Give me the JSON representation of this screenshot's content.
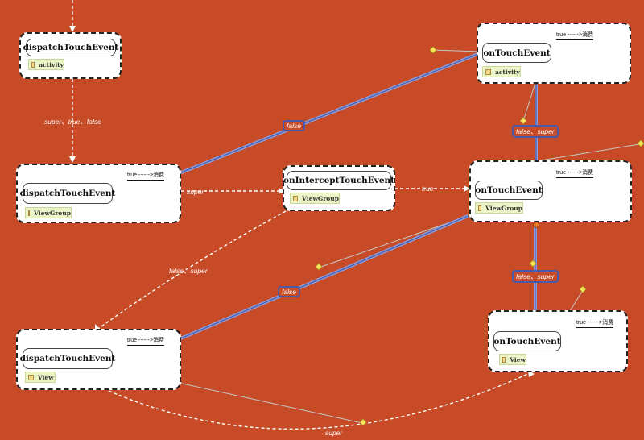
{
  "nodes": [
    {
      "method": "dispatchTouchEvent",
      "tag": "activity"
    },
    {
      "method": "dispatchTouchEvent",
      "tag": "ViewGroup",
      "note": "true ------>消费"
    },
    {
      "method": "onInterceptTouchEvent",
      "tag": "ViewGroup"
    },
    {
      "method": "dispatchTouchEvent",
      "tag": "View",
      "note": "true ------>消费"
    },
    {
      "method": "onTouchEvent",
      "tag": "activity",
      "note": "true ------>消费"
    },
    {
      "method": "onTouchEvent",
      "tag": "ViewGroup",
      "note": "true ------>消费"
    },
    {
      "method": "onTouchEvent",
      "tag": "View",
      "note": "true ------>消费"
    }
  ],
  "edge_labels": {
    "super_true_false": "super、true、false",
    "super_1": "super",
    "true_1": "true",
    "false_super_1": "false、super",
    "false_1": "false",
    "false_2": "false",
    "false_super_2": "false、super",
    "false_super_3": "false、super",
    "super_2": "super"
  }
}
